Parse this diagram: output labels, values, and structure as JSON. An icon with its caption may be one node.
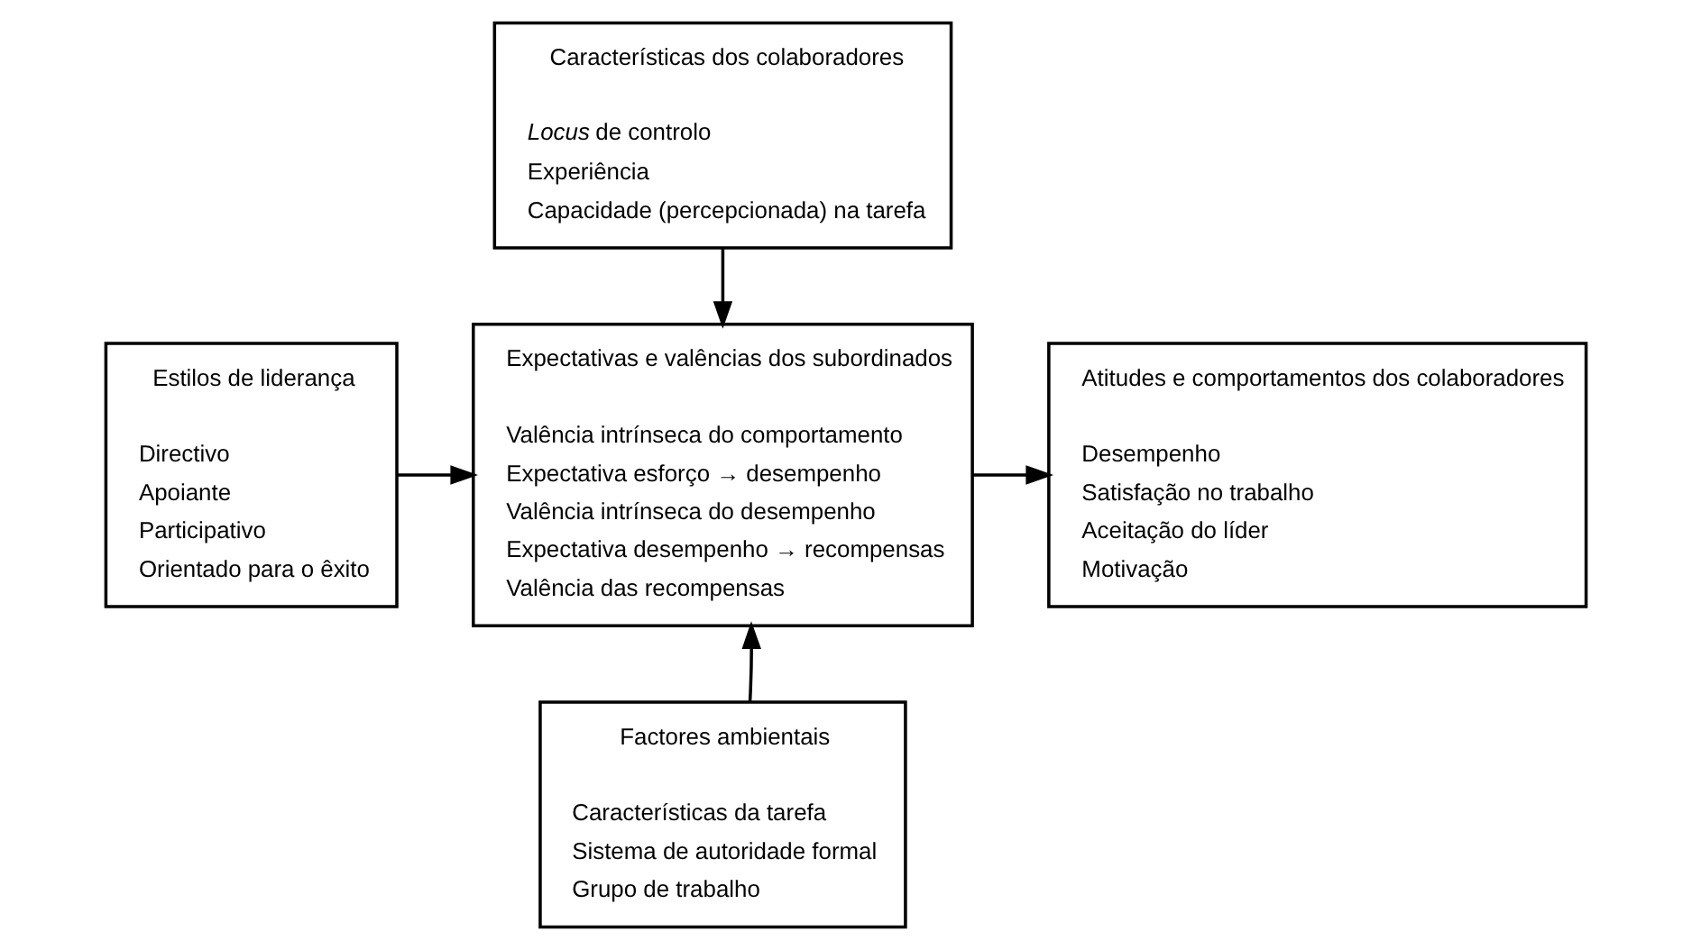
{
  "diagram": {
    "nodes": [
      {
        "text": [
          "Características dos colaboradores",
          "*Locus* de controlo",
          "Experiência",
          "Capacidade (percepcionada) na tarefa"
        ]
      },
      {
        "text": [
          "Estilos de liderança",
          "Directivo",
          "Apoiante",
          "Participativo",
          "Orientado para o êxito"
        ]
      },
      {
        "text": [
          "Expectativas e valências dos subordinados",
          "Valência intrínseca do comportamento",
          "Expectativa esforço → desempenho",
          "Valência intrínseca do desempenho",
          "Expectativa desempenho → recompensas",
          "Valência das recompensas"
        ]
      },
      {
        "text": [
          "Atitudes e comportamentos dos colaboradores",
          "Desempenho",
          "Satisfação no trabalho",
          "Aceitação do líder",
          "Motivação"
        ]
      },
      {
        "text": [
          "Factores ambientais",
          "Características da tarefa",
          "Sistema de autoridade formal",
          "Grupo de trabalho"
        ]
      }
    ],
    "edges": [
      {
        "from": 0,
        "to": 2,
        "arrow": "to"
      },
      {
        "from": 1,
        "to": 2,
        "arrow": "to"
      },
      {
        "from": 2,
        "to": 3,
        "arrow": "to"
      },
      {
        "from": 4,
        "to": 2,
        "arrow": "to"
      }
    ]
  }
}
